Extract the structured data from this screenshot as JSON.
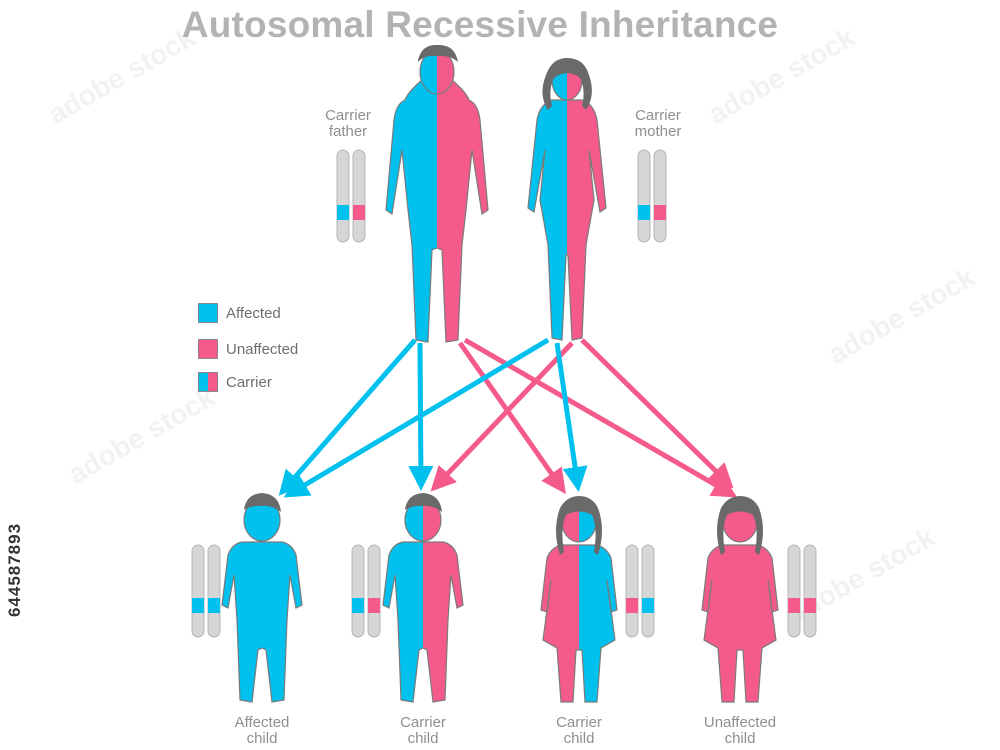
{
  "title": "Autosomal Recessive Inheritance",
  "colors": {
    "affected": "#00c0ee",
    "unaffected": "#f55b8a",
    "chromosome": "#d6d6d6",
    "figure_outline": "#7a7a7a",
    "hair": "#6a6a6a"
  },
  "parents": [
    {
      "id": "father",
      "label_line1": "Carrier",
      "label_line2": "father",
      "status": "carrier",
      "icon": "male-adult-figure"
    },
    {
      "id": "mother",
      "label_line1": "Carrier",
      "label_line2": "mother",
      "status": "carrier",
      "icon": "female-adult-figure"
    }
  ],
  "children": [
    {
      "id": "affected-boy",
      "label_line1": "Affected",
      "label_line2": "child",
      "status": "affected",
      "alleles": [
        "affected",
        "affected"
      ]
    },
    {
      "id": "carrier-boy",
      "label_line1": "Carrier",
      "label_line2": "child",
      "status": "carrier",
      "alleles": [
        "affected",
        "unaffected"
      ]
    },
    {
      "id": "carrier-girl",
      "label_line1": "Carrier",
      "label_line2": "child",
      "status": "carrier",
      "alleles": [
        "unaffected",
        "affected"
      ]
    },
    {
      "id": "unaffected-girl",
      "label_line1": "Unaffected",
      "label_line2": "child",
      "status": "unaffected",
      "alleles": [
        "unaffected",
        "unaffected"
      ]
    }
  ],
  "legend": [
    {
      "label": "Affected",
      "status": "affected"
    },
    {
      "label": "Unaffected",
      "status": "unaffected"
    },
    {
      "label": "Carrier",
      "status": "carrier"
    }
  ],
  "stock_id": "644587893"
}
